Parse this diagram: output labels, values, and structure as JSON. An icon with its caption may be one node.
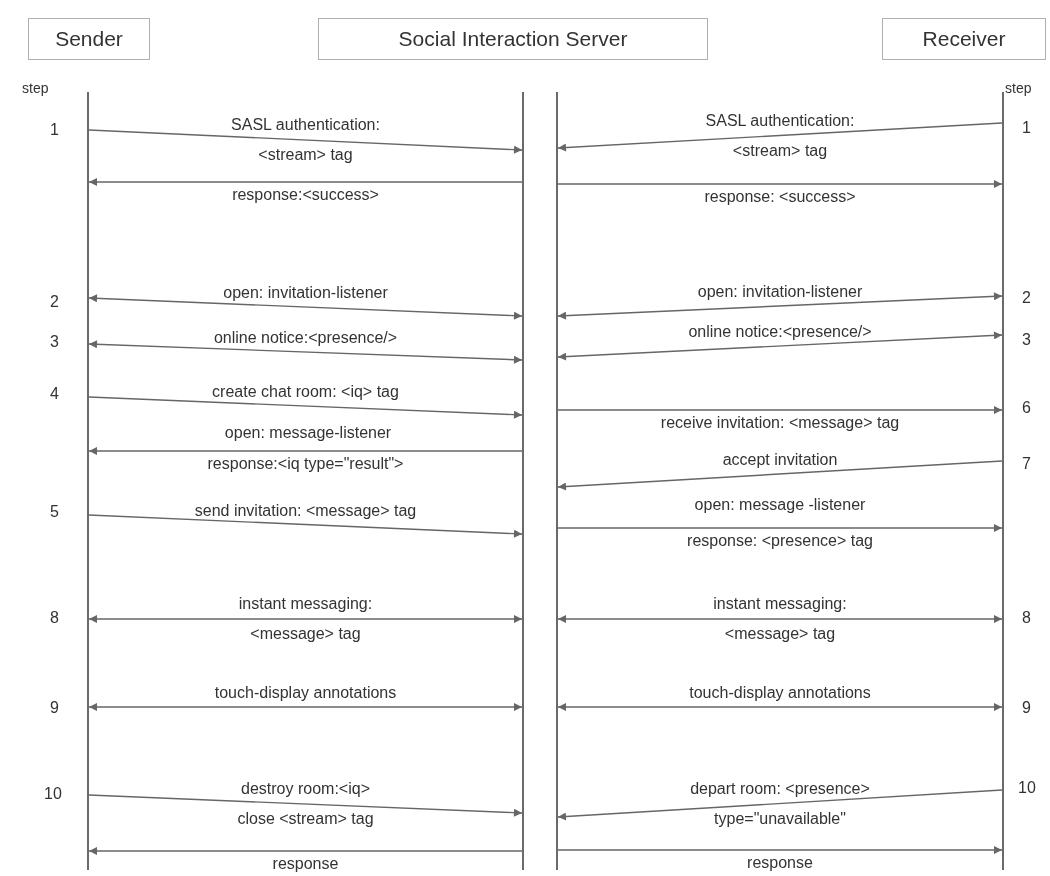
{
  "diagram": {
    "nodes": [
      {
        "text": [
          "Sender"
        ]
      },
      {
        "text": [
          "Social Interaction Server"
        ]
      },
      {
        "text": [
          "Receiver"
        ]
      },
      {
        "text": [],
        "shape": "bar"
      },
      {
        "text": [],
        "shape": "bar"
      },
      {
        "text": [],
        "shape": "bar"
      },
      {
        "text": [],
        "shape": "bar"
      }
    ],
    "edges": [
      {
        "from": 3,
        "to": 4,
        "arrow": "to",
        "label": "SASL authentication: <stream> tag"
      },
      {
        "from": 4,
        "to": 3,
        "arrow": "to",
        "label": "response:<success>"
      },
      {
        "from": 3,
        "to": 4,
        "arrow": "both",
        "label": "open: invitation-listener"
      },
      {
        "from": 3,
        "to": 4,
        "arrow": "both",
        "label": "online notice:<presence/>"
      },
      {
        "from": 3,
        "to": 4,
        "arrow": "to",
        "label": "create chat room: <iq> tag"
      },
      {
        "from": 4,
        "to": 3,
        "arrow": "to",
        "label": "response:<iq type=\"result\">"
      },
      {
        "from": 3,
        "to": 4,
        "arrow": "to",
        "label": "send invitation: <message> tag"
      },
      {
        "from": 3,
        "to": 4,
        "arrow": "both",
        "label": "instant messaging: <message> tag"
      },
      {
        "from": 3,
        "to": 4,
        "arrow": "both",
        "label": "touch-display annotations"
      },
      {
        "from": 3,
        "to": 4,
        "arrow": "to",
        "label": "destroy room:<iq> close <stream> tag"
      },
      {
        "from": 4,
        "to": 3,
        "arrow": "to",
        "label": "response"
      },
      {
        "from": 6,
        "to": 5,
        "arrow": "to",
        "label": "SASL authentication: <stream> tag"
      },
      {
        "from": 5,
        "to": 6,
        "arrow": "to",
        "label": "response: <success>"
      },
      {
        "from": 5,
        "to": 6,
        "arrow": "both",
        "label": "open: invitation-listener"
      },
      {
        "from": 5,
        "to": 6,
        "arrow": "both",
        "label": "online notice:<presence/>"
      },
      {
        "from": 5,
        "to": 6,
        "arrow": "to",
        "label": "receive invitation: <message> tag"
      },
      {
        "from": 6,
        "to": 5,
        "arrow": "to",
        "label": "accept invitation"
      },
      {
        "from": 5,
        "to": 6,
        "arrow": "to",
        "label": "response: <presence> tag"
      },
      {
        "from": 5,
        "to": 6,
        "arrow": "both",
        "label": "instant messaging: <message> tag"
      },
      {
        "from": 5,
        "to": 6,
        "arrow": "both",
        "label": "touch-display annotations"
      },
      {
        "from": 6,
        "to": 5,
        "arrow": "to",
        "label": "depart room: <presence> type=\"unavailable\""
      },
      {
        "from": 5,
        "to": 6,
        "arrow": "to",
        "label": "response"
      }
    ],
    "labels": [
      "step",
      "step",
      "1",
      "1",
      "2",
      "2",
      "3",
      "3",
      "4",
      "open: message-listener",
      "6",
      "7",
      "5",
      "open: message -listener",
      "8",
      "8",
      "9",
      "9",
      "10",
      "10"
    ]
  }
}
